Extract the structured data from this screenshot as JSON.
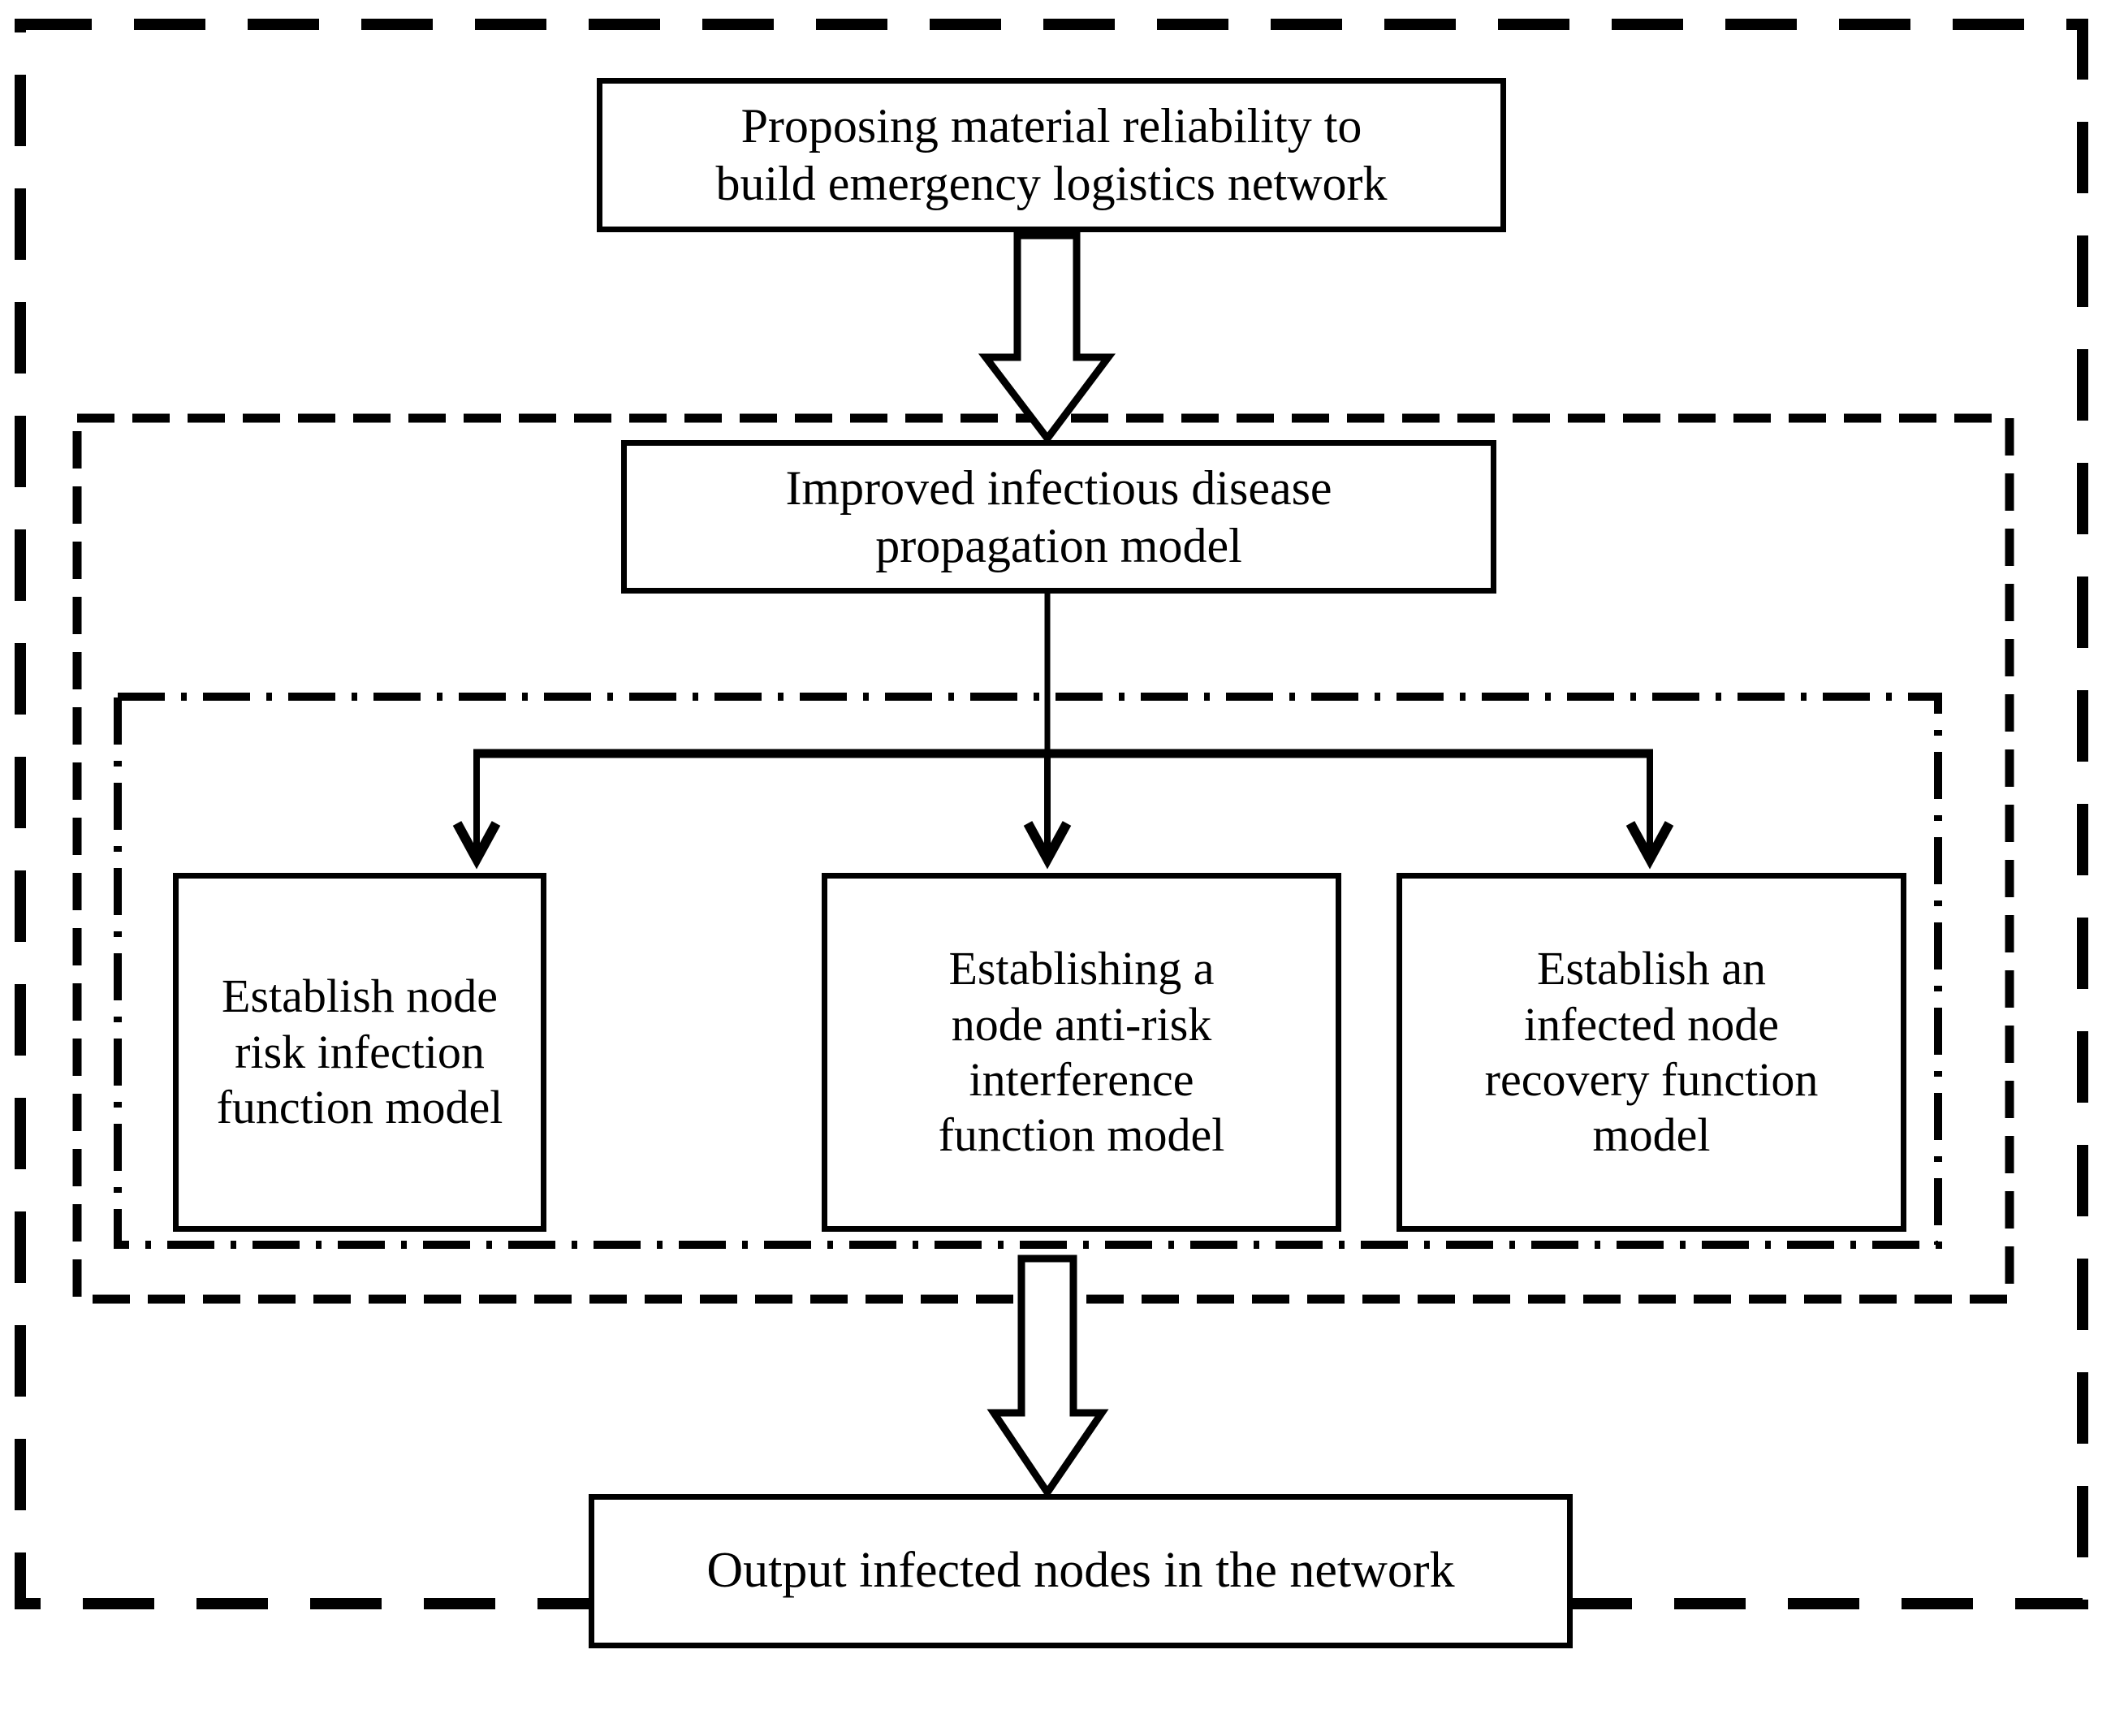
{
  "diagram": {
    "title": "Emergency logistics network infection propagation flowchart",
    "background_color": "#ffffff",
    "stroke_color": "#000000",
    "groups": {
      "outer": {
        "name": "outer-dashed-frame",
        "style": "dashed"
      },
      "middle": {
        "name": "middle-dashed-frame",
        "style": "dashed"
      },
      "inner": {
        "name": "inner-dash-dot-frame",
        "style": "dash-dot"
      }
    },
    "nodes": {
      "proposing": {
        "id": "proposing-material-reliability",
        "text": "Proposing material reliability to\nbuild emergency logistics network",
        "lines": [
          "Proposing material reliability to",
          "build emergency logistics network"
        ]
      },
      "improved": {
        "id": "improved-infectious-disease-model",
        "text": "Improved infectious disease\npropagation model",
        "lines": [
          "Improved infectious disease",
          "propagation model"
        ]
      },
      "risk_infection": {
        "id": "establish-node-risk-infection-function-model",
        "text": "Establish node\nrisk infection\nfunction model",
        "lines": [
          "Establish node",
          "risk infection",
          "function model"
        ]
      },
      "anti_risk": {
        "id": "establishing-node-anti-risk-interference-function-model",
        "text": "Establishing a\nnode anti-risk\ninterference\nfunction model",
        "lines": [
          "Establishing a",
          "node anti-risk",
          "interference",
          "function model"
        ]
      },
      "recovery": {
        "id": "establish-infected-node-recovery-function-model",
        "text": "Establish an\ninfected node\nrecovery function\nmodel",
        "lines": [
          "Establish an",
          "infected node",
          "recovery function",
          "model"
        ]
      },
      "output": {
        "id": "output-infected-nodes-in-the-network",
        "text": "Output infected nodes in the network",
        "lines": [
          "Output infected nodes in the network"
        ]
      }
    },
    "connectors": [
      {
        "id": "proposing-to-improved",
        "type": "block-arrow",
        "direction": "down",
        "from": "proposing",
        "to": "improved"
      },
      {
        "id": "improved-to-branch-bus",
        "type": "line",
        "direction": "down",
        "from": "improved",
        "to": "branch-bus"
      },
      {
        "id": "branch-to-risk-infection",
        "type": "line-arrow",
        "direction": "down",
        "from": "branch-bus",
        "to": "risk_infection"
      },
      {
        "id": "branch-to-anti-risk",
        "type": "line-arrow",
        "direction": "down",
        "from": "branch-bus",
        "to": "anti_risk"
      },
      {
        "id": "branch-to-recovery",
        "type": "line-arrow",
        "direction": "down",
        "from": "branch-bus",
        "to": "recovery"
      },
      {
        "id": "models-to-output",
        "type": "block-arrow",
        "direction": "down",
        "from": "anti_risk",
        "to": "output"
      }
    ]
  }
}
